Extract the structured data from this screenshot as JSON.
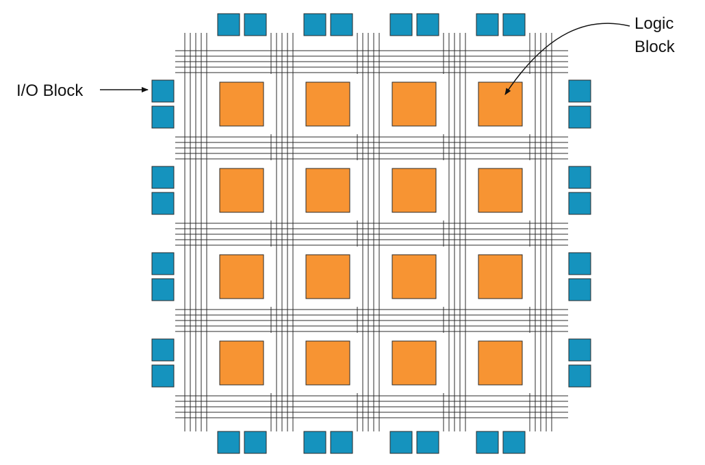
{
  "labels": {
    "io_block": "I/O Block",
    "logic_block_line1": "Logic",
    "logic_block_line2": "Block"
  },
  "grid": {
    "logic_rows": 4,
    "logic_cols": 4,
    "io_pairs_per_side": 4
  },
  "colors": {
    "logic_block_fill": "#F79433",
    "io_block_fill": "#1593BE",
    "block_stroke": "#2a2a2a",
    "wire": "#2a2a2a",
    "background": "#ffffff"
  }
}
